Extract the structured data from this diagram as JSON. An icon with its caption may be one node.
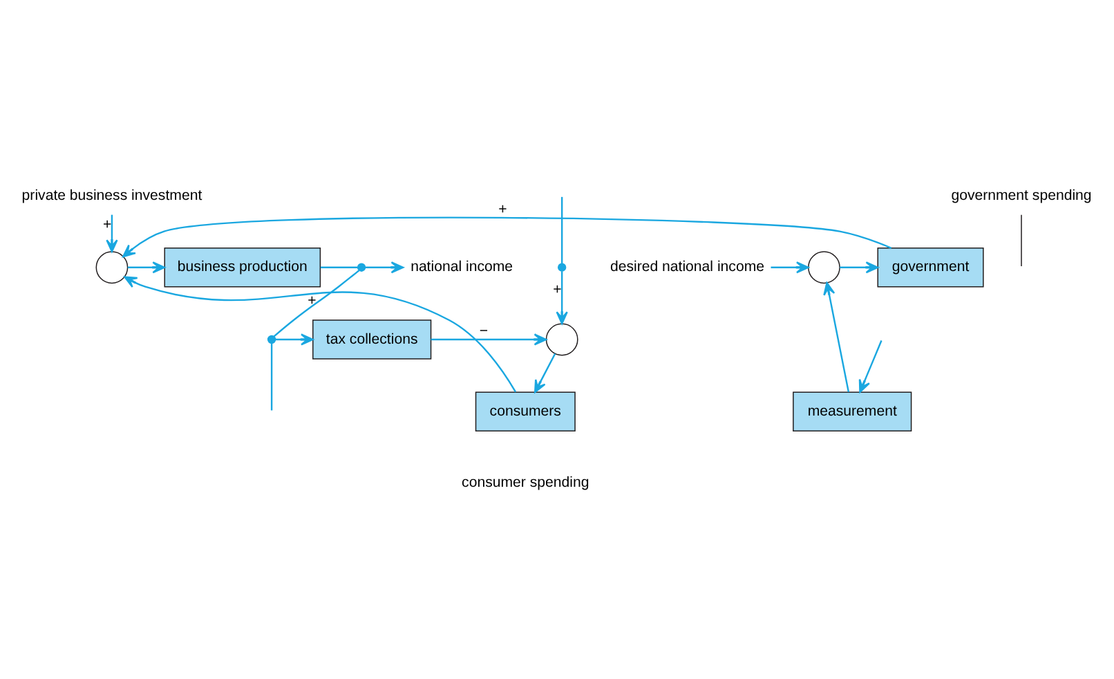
{
  "diagram": {
    "nodes": [
      {
        "text": [
          "private business investment"
        ]
      },
      {
        "text": [
          "desired national income"
        ]
      },
      {
        "text": [],
        "shape": "circle"
      },
      {
        "text": [
          "government"
        ]
      },
      {
        "text": [],
        "shape": "circle"
      },
      {
        "text": [
          "business production"
        ]
      },
      {
        "text": [],
        "shape": "dot"
      },
      {
        "text": [
          "national income"
        ]
      },
      {
        "text": [
          "government spending"
        ]
      },
      {
        "text": [
          "consumers"
        ]
      },
      {
        "text": [
          "measurement"
        ]
      },
      {
        "text": [],
        "shape": "circle"
      },
      {
        "text": [
          "tax collections"
        ]
      },
      {
        "text": [],
        "shape": "dot"
      },
      {
        "text": [],
        "shape": "dot"
      }
    ],
    "edges": [
      {
        "from": 1,
        "to": 2,
        "arrow": "to"
      },
      {
        "from": 2,
        "to": 3,
        "arrow": "to"
      },
      {
        "from": 3,
        "to": 4,
        "arrow": "to",
        "label": "+"
      },
      {
        "from": 0,
        "to": 4,
        "arrow": "to",
        "label": "+"
      },
      {
        "from": 4,
        "to": 5,
        "arrow": "to"
      },
      {
        "from": 5,
        "to": 6,
        "arrow": "none"
      },
      {
        "from": 6,
        "to": 7,
        "arrow": "to"
      },
      {
        "from": 6,
        "to": 13,
        "arrow": "none"
      },
      {
        "from": 13,
        "to": 12,
        "arrow": "to"
      },
      {
        "from": 13,
        "to": null,
        "arrow": "none"
      },
      {
        "from": 12,
        "to": 11,
        "arrow": "to",
        "label": "−"
      },
      {
        "from": 11,
        "to": 9,
        "arrow": "to"
      },
      {
        "from": 9,
        "to": 4,
        "arrow": "to",
        "label": "+"
      },
      {
        "from": 10,
        "to": 2,
        "arrow": "to"
      },
      {
        "from": null,
        "to": 10,
        "arrow": "to"
      },
      {
        "from": 14,
        "to": 11,
        "arrow": "to",
        "label": "+"
      },
      {
        "from": null,
        "to": 14,
        "arrow": "none"
      },
      {
        "from": 8,
        "to": null,
        "arrow": "none",
        "color": "#231f20"
      }
    ],
    "labels": [
      "consumer spending"
    ]
  }
}
